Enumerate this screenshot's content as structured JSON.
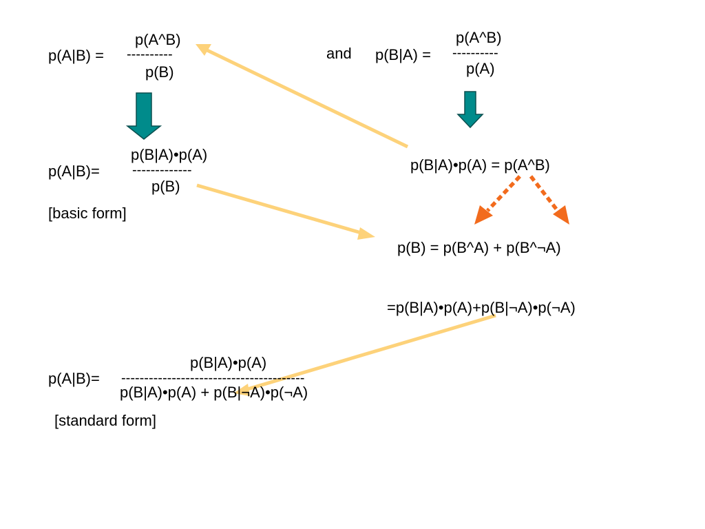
{
  "colors": {
    "background": "#ffffff",
    "text": "#000000",
    "teal_arrow": "#008b8b",
    "teal_arrow_stroke": "#0b4f4f",
    "light_orange_arrow": "#fdd27a",
    "dark_orange_arrow": "#f26b1d"
  },
  "eq1": {
    "lhs": "p(A|B) =",
    "numerator": "p(A^B)",
    "bar": "----------",
    "denominator": "p(B)"
  },
  "eq2": {
    "connector": "and",
    "lhs": "p(B|A) =",
    "numerator": "p(A^B)",
    "bar": "----------",
    "denominator": "p(A)"
  },
  "eq3": {
    "lhs": "p(A|B)=",
    "numerator": "p(B|A)•p(A)",
    "bar": "-------------",
    "denominator": "p(B)",
    "caption": "[basic form]"
  },
  "eq4": {
    "text": "p(B|A)•p(A) = p(A^B)"
  },
  "eq5": {
    "text": "p(B) = p(B^A) + p(B^¬A)"
  },
  "eq6": {
    "text": "=p(B|A)•p(A)+p(B|¬A)•p(¬A)"
  },
  "eq7": {
    "lhs": "p(A|B)=",
    "numerator": "p(B|A)•p(A)",
    "bar": "----------------------------------------",
    "denominator": "p(B|A)•p(A) + p(B|¬A)•p(¬A)",
    "caption": "[standard form]"
  }
}
